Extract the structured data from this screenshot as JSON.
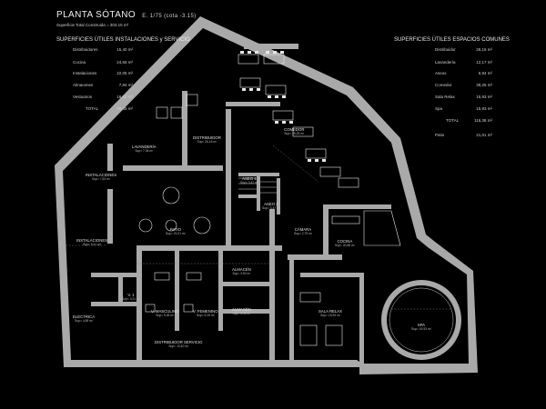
{
  "title": "PLANTA SÓTANO",
  "scale": "E. 1/75  (cota -3.15)",
  "subtitle": "Superficie Total Construida = 303.15 m²",
  "left_table": {
    "heading": "SUPERFICIES ÚTILES INSTALACIONES y SERVICIO",
    "rows": [
      {
        "label": "Distribuidores",
        "value": "15,40 m²"
      },
      {
        "label": "Cocina",
        "value": "24,66 m²"
      },
      {
        "label": "Instalaciones",
        "value": "22,05 m²"
      },
      {
        "label": "Almacenes",
        "value": "7,84 m²"
      },
      {
        "label": "Vestuarios",
        "value": "18,52 m²"
      },
      {
        "label": "TOTAL",
        "value": "88,45 m²"
      }
    ]
  },
  "right_table": {
    "heading": "SUPERFICIES ÚTILES ESPACIOS COMUNES",
    "rows": [
      {
        "label": "Distribuidor",
        "value": "26,16 m²"
      },
      {
        "label": "Lavandería",
        "value": "12,17 m²"
      },
      {
        "label": "Aseos",
        "value": "6,94 m²"
      },
      {
        "label": "Comedor",
        "value": "39,25 m²"
      },
      {
        "label": "Sala Relax",
        "value": "15,93 m²"
      },
      {
        "label": "Spa",
        "value": "15,93 m²"
      },
      {
        "label": "TOTAL",
        "value": "116,38 m²"
      },
      {
        "label": "Patio",
        "value": "21,01 m²"
      }
    ]
  },
  "rooms": {
    "lavanderia": {
      "name": "LAVANDERÍA",
      "area": "Sup= 7,36 m²"
    },
    "distribuidor": {
      "name": "DISTRIBUIDOR",
      "area": "Sup= 26,16 m²"
    },
    "comedor": {
      "name": "COMEDOR",
      "area": "Sup= 39,25 m²"
    },
    "instalaciones1": {
      "name": "INSTALACIONES",
      "area": "Sup= 7,63 m²"
    },
    "aseo1": {
      "name": "ASEO 1",
      "area": "Sup= 3,47 m²"
    },
    "aseo2": {
      "name": "ASEO 2",
      "area": "Sup= 3,47 m²"
    },
    "patio": {
      "name": "PATIO",
      "area": "Sup= 21,01 m²"
    },
    "instalaciones2": {
      "name": "INSTALACIONES",
      "area": "Sup= 9,41 m²"
    },
    "camara": {
      "name": "CÁMARA",
      "area": "Sup= 2,79 m²"
    },
    "cocina": {
      "name": "COCINA",
      "area": "Sup= 20,88 m²"
    },
    "almacen1": {
      "name": "ALMACÉN",
      "area": "Sup= 3,92 m²"
    },
    "almacen2": {
      "name": "ALMACÉN",
      "area": "Sup= 3,92 m²"
    },
    "v1": {
      "name": "V. 1",
      "area": "Sup= 3,21 m²"
    },
    "electrica": {
      "name": "ELÉCTRICA",
      "area": "Sup= 4,89 m²"
    },
    "vmasculino": {
      "name": "V. MASCULINO",
      "area": "Sup= 9,26 m²"
    },
    "vfemenino": {
      "name": "V. FEMENINO",
      "area": "Sup= 9,26 m²"
    },
    "distservicio": {
      "name": "DISTRIBUIDOR SERVICIO",
      "area": "Sup= 10,40 m²"
    },
    "salarelax": {
      "name": "SALA RELAX",
      "area": "Sup= 15,93 m²"
    },
    "spa": {
      "name": "SPA",
      "area": "Sup= 15,93 m²"
    }
  }
}
